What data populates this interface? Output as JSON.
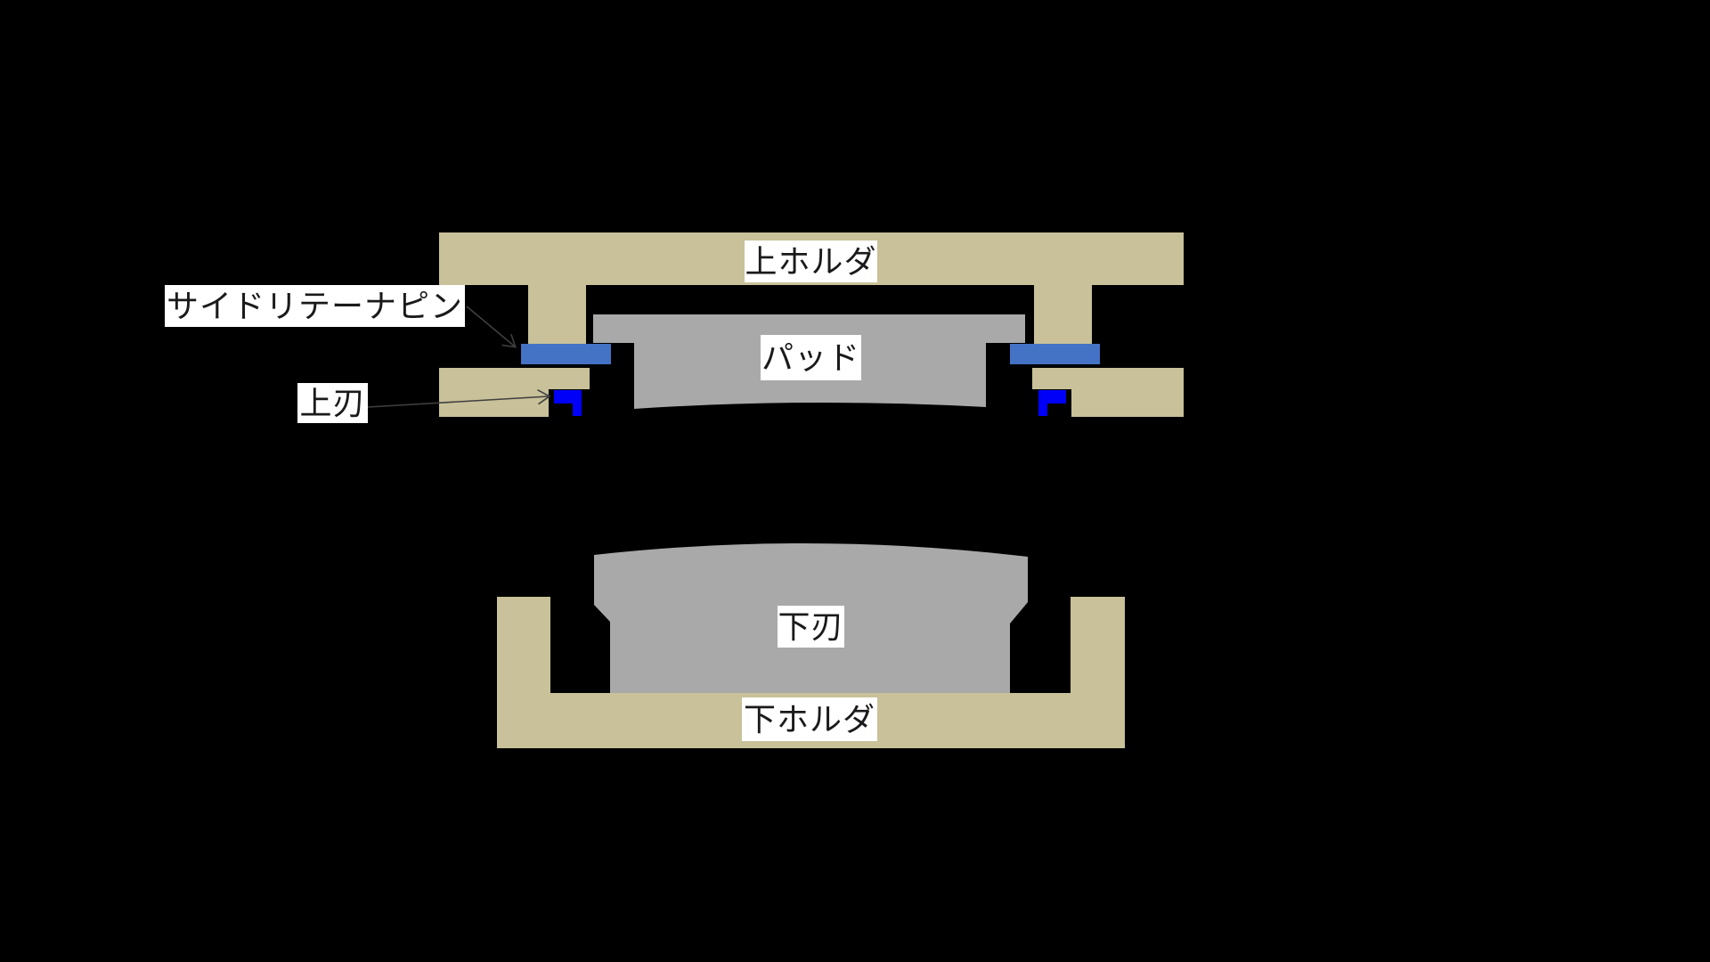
{
  "diagram": {
    "description_labels": {
      "upper_holder": "上ホルダ",
      "side_retainer_pin": "サイドリテーナピン",
      "upper_blade": "上刃",
      "pad": "パッド",
      "lower_blade": "下刃",
      "lower_holder": "下ホルダ"
    }
  },
  "colors": {
    "background": "#000000",
    "holder_tan": "#c8c199",
    "component_gray": "#a9a9a9",
    "pin_blue": "#4472c4",
    "blade_blue": "#0000fa",
    "label_bg": "#ffffff",
    "label_text": "#1a1a1a",
    "arrow": "#3f3f3f"
  }
}
